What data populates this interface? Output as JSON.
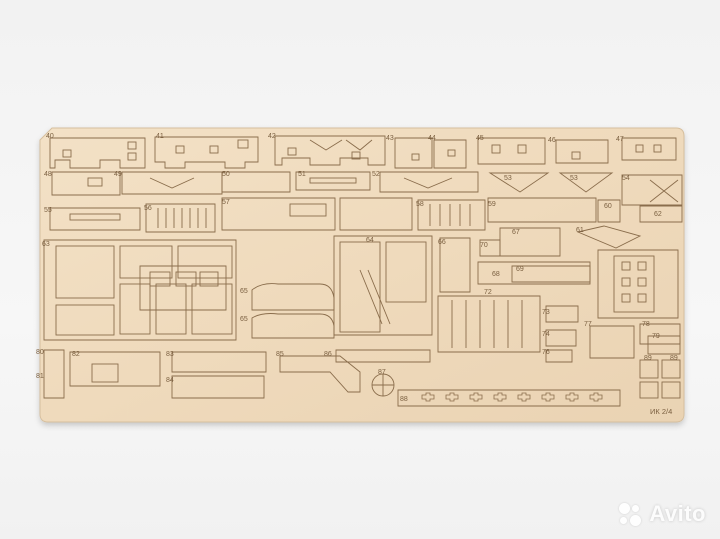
{
  "scene": {
    "background_color": "#f3f3f3",
    "board_color": "#f0dcc0",
    "board_edge_color": "#d9c3a3",
    "cut_line_color": "#8a6d4c",
    "number_color": "#7a5f40"
  },
  "part_numbers": {
    "n40": "40",
    "n41": "41",
    "n42": "42",
    "n43": "43",
    "n44": "44",
    "n45": "45",
    "n46": "46",
    "n47": "47",
    "n48": "48",
    "n49": "49",
    "n50": "50",
    "n51": "51",
    "n52": "52",
    "n53a": "53",
    "n53b": "53",
    "n54": "54",
    "n55": "55",
    "n56": "56",
    "n57": "57",
    "n58": "58",
    "n59": "59",
    "n60": "60",
    "n61": "61",
    "n62": "62",
    "n63": "63",
    "n64": "64",
    "n65a": "65",
    "n65b": "65",
    "n66": "66",
    "n67": "67",
    "n68": "68",
    "n69": "69",
    "n70": "70",
    "n72": "72",
    "n73": "73",
    "n74": "74",
    "n76": "76",
    "n77": "77",
    "n78": "78",
    "n79": "79",
    "n80": "80",
    "n81": "81",
    "n82": "82",
    "n83": "83",
    "n84": "84",
    "n85": "85",
    "n86": "86",
    "n87": "87",
    "n88": "88",
    "n89a": "89",
    "n89b": "89"
  },
  "sheet_label": "ИК 2/4",
  "watermark": {
    "text": "Avito",
    "icon": "avito-logo-icon"
  }
}
